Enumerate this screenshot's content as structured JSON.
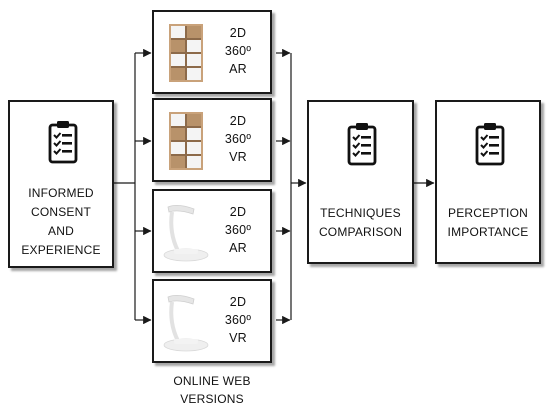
{
  "colors": {
    "line": "#1a1a1a",
    "shelf_wood": "#c9a27a",
    "shelf_white": "#f4f4f4",
    "lamp": "#eeeeee"
  },
  "start_box": {
    "icon": "clipboard-checklist-icon",
    "lines": [
      "INFORMED",
      "CONSENT",
      "AND",
      "EXPERIENCE"
    ]
  },
  "versions": [
    {
      "image": "bookshelf-image",
      "lines": [
        "2D",
        "360º",
        "AR"
      ]
    },
    {
      "image": "bookshelf-image",
      "lines": [
        "2D",
        "360º",
        "VR"
      ]
    },
    {
      "image": "desk-lamp-image",
      "lines": [
        "2D",
        "360º",
        "AR"
      ]
    },
    {
      "image": "desk-lamp-image",
      "lines": [
        "2D",
        "360º",
        "VR"
      ]
    }
  ],
  "versions_caption": [
    "ONLINE WEB",
    "VERSIONS"
  ],
  "comparison_box": {
    "icon": "clipboard-checklist-icon",
    "lines": [
      "TECHNIQUES",
      "COMPARISON"
    ]
  },
  "perception_box": {
    "icon": "clipboard-checklist-icon",
    "lines": [
      "PERCEPTION",
      "IMPORTANCE"
    ]
  }
}
